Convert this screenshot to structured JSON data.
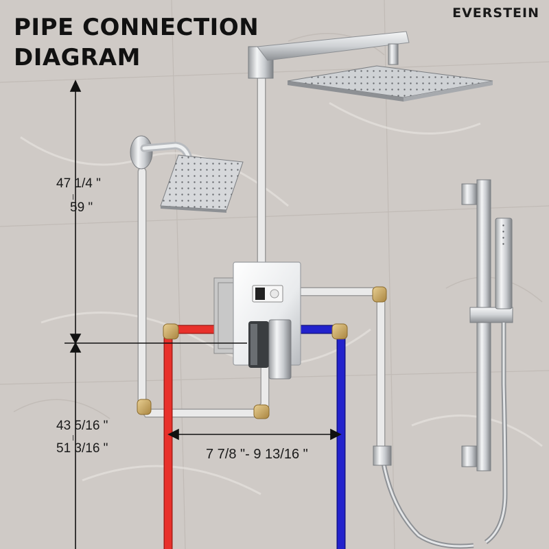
{
  "header": {
    "title_line1": "PIPE CONNECTION",
    "title_line2": "DIAGRAM"
  },
  "brand": {
    "logo_text": "EVERSTEIN"
  },
  "dimensions": {
    "shower_head_height_min": "47 1/4 \"",
    "shower_head_height_max": "59 \"",
    "valve_height_min": "43 5/16 \"",
    "valve_height_max": "51 3/16 \"",
    "supply_spacing": "7 7/8 \"- 9 13/16 \""
  },
  "colors": {
    "hot_pipe": "#e8312b",
    "cold_pipe": "#2222cc",
    "pex_pipe": "#e6e6e6",
    "brass_fitting": "#c9a55a",
    "chrome": "#d8dadc",
    "wall_tile": "#cfcac6"
  },
  "icons": [
    "rain-shower-head-icon",
    "wall-shower-head-icon",
    "hand-shower-icon",
    "slide-bar-icon",
    "valve-trim-icon",
    "arrow-icon"
  ]
}
